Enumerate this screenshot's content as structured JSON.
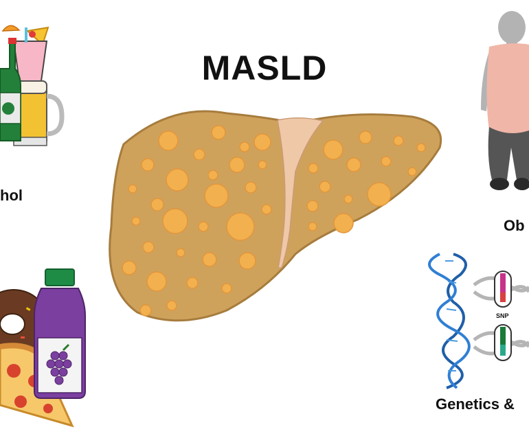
{
  "title": "MASLD",
  "labels": {
    "alcohol": "hol",
    "obesity": "Ob",
    "genetics": "Genetics &",
    "snp": "SNP"
  },
  "colors": {
    "liver_fill": "#cfa25c",
    "liver_outline": "#a67c3d",
    "fat_droplet": "#f2b04f",
    "ligament": "#efc8a8",
    "dna_blue": "#1f5fa8",
    "dna_gray": "#b5b5b5"
  }
}
